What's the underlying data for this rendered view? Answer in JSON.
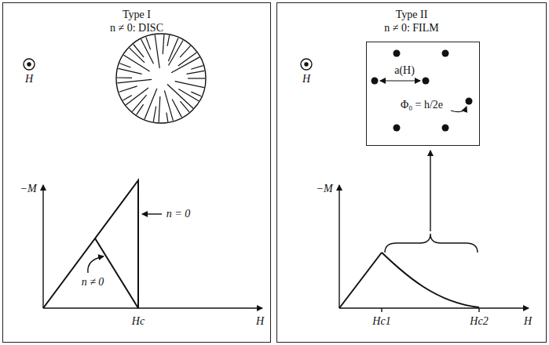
{
  "diagram": {
    "nodes": [
      {
        "text": [
          "Type I",
          "n ≠ 0: DISC"
        ]
      },
      {
        "text": [
          "Type II",
          "n ≠ 0: FILM"
        ]
      },
      {
        "text": [
          "a(H)",
          "Φ₀ = h/2e"
        ],
        "in": 1
      }
    ],
    "labels": [
      "H",
      "−M",
      "n = 0",
      "n ≠ 0",
      "Hc",
      "H",
      "H",
      "−M",
      "Hc1",
      "Hc2",
      "H"
    ]
  }
}
